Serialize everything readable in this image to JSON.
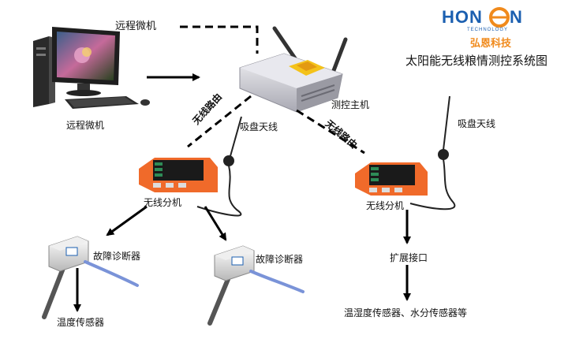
{
  "logo": {
    "brand": "HONGEN",
    "tagline": "TECHNOLOGY",
    "company": "弘恩科技"
  },
  "title": "太阳能无线粮情测控系统图",
  "labels": {
    "remote_pc_top": "远程微机",
    "remote_pc_bottom": "远程微机",
    "host": "测控主机",
    "wireless_route_left": "无线路由",
    "wireless_route_right": "无线路由",
    "suction_antenna_left": "吸盘天线",
    "suction_antenna_right": "吸盘天线",
    "branch_left": "无线分机",
    "branch_right": "无线分机",
    "diagnoser_1": "故障诊断器",
    "diagnoser_2": "故障诊断器",
    "temp_sensor": "温度传感器",
    "ext_port": "扩展接口",
    "sensors_right": "温湿度传感器、水分传感器等"
  },
  "colors": {
    "device_orange": "#f06a2a",
    "panel_black": "#1a1a1a",
    "router_gray": "#d9d9de",
    "router_yellow": "#f4c21a",
    "cable_blue": "#7a93d8",
    "logo_blue": "#1b5fb0",
    "logo_orange": "#f08a1c"
  }
}
